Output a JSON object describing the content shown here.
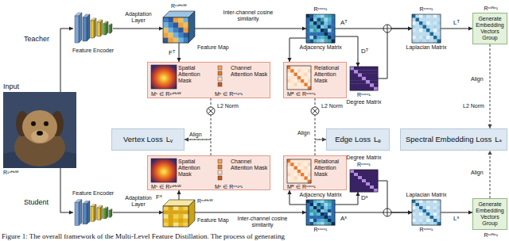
{
  "diagram": {
    "caption": "Figure 1: The overall framework of the Multi-Level Feature Distillation. The process of generating",
    "nodes": [
      {
        "text": [
          "Input",
          "R¹ˣᴴˣᵂ"
        ]
      },
      {
        "text": [
          "Feature Encoder"
        ]
      },
      {
        "text": [
          "Rᶜˣᴴˣᵂ",
          "Feature Map"
        ]
      },
      {
        "text": [
          "Rᶜˣᶜˣ¹",
          "Adjacency Matrix"
        ]
      },
      {
        "text": [
          "Degree Matrix",
          "Rᶜˣᶜˣ¹"
        ]
      },
      {
        "text": [
          "Rᶜˣᶜˣ¹",
          "Laplacian Matrix"
        ]
      },
      {
        "text": [
          "Rᶜˣᴺˣ¹",
          "Generate Embedding Vectors Group"
        ]
      },
      {
        "text": [
          "Spatial Attention Mask",
          "Channel Attention Mask",
          "Mˢ ∈ R¹ˣᴴˣᵂ",
          "Mᶜ ∈ Rᶜˣ¹ˣ¹"
        ]
      },
      {
        "text": [
          "Relational Attention Mask",
          "Mᴿ ∈ Rᶜˣᶜˣ¹"
        ]
      },
      {
        "text": [
          "Vertex Loss",
          "Lᵥ"
        ]
      },
      {
        "text": [
          "Edge Loss",
          "Lₑ"
        ]
      },
      {
        "text": [
          "Spectral Embedding Loss",
          "Lₛ"
        ]
      },
      {
        "text": [
          "Feature Encoder"
        ]
      },
      {
        "text": [
          "Rᶜˣᴴˣᵂ",
          "Feature Map"
        ]
      },
      {
        "text": [
          "Spatial Attention Mask",
          "Channel Attention Mask",
          "Mˢ ∈ R¹ˣᴴˣᵂ",
          "Mᶜ ∈ Rᶜˣ¹ˣ¹"
        ]
      },
      {
        "text": [
          "Relational Attention Mask",
          "Mᴿ ∈ Rᶜˣᶜˣ¹"
        ]
      },
      {
        "text": [
          "Rᶜˣᶜˣ¹",
          "Adjacency Matrix"
        ]
      },
      {
        "text": [
          "Degree Matrix",
          "Rᶜˣᶜˣ¹"
        ]
      },
      {
        "text": [
          "Rᶜˣᶜˣ¹",
          "Laplacian Matrix"
        ]
      },
      {
        "text": [
          "Rᶜˣᴺˣ¹",
          "Generate Embedding Vectors Group"
        ]
      }
    ],
    "edges": [
      {
        "from": 0,
        "to": 1,
        "arrow": "to"
      },
      {
        "from": 0,
        "to": 12,
        "arrow": "to"
      },
      {
        "from": 1,
        "to": 2,
        "label": "Adaptation Layer",
        "arrow": "to"
      },
      {
        "from": 2,
        "to": 3,
        "label": "Inter-channel cosine similarity",
        "arrow": "to"
      },
      {
        "from": 3,
        "to": 4,
        "arrow": "to"
      },
      {
        "from": 3,
        "to": 5,
        "arrow": "to"
      },
      {
        "from": 4,
        "to": 5,
        "arrow": "to"
      },
      {
        "from": 5,
        "to": 6,
        "arrow": "to"
      },
      {
        "from": 2,
        "to": 7,
        "arrow": "to"
      },
      {
        "from": 3,
        "to": 8,
        "arrow": "to"
      },
      {
        "from": 7,
        "to": 9,
        "label": "Align",
        "arrow": "to"
      },
      {
        "from": 8,
        "to": 10,
        "label": "Align",
        "arrow": "to"
      },
      {
        "from": 6,
        "to": 11,
        "label": "Align",
        "arrow": "to"
      },
      {
        "from": 12,
        "to": 13,
        "label": "Adaptation Layer",
        "arrow": "to"
      },
      {
        "from": 13,
        "to": 16,
        "label": "Inter-channel cosine similarity",
        "arrow": "to"
      },
      {
        "from": 16,
        "to": 17,
        "arrow": "to"
      },
      {
        "from": 16,
        "to": 18,
        "arrow": "to"
      },
      {
        "from": 17,
        "to": 18,
        "arrow": "to"
      },
      {
        "from": 18,
        "to": 19,
        "arrow": "to"
      },
      {
        "from": 13,
        "to": 14,
        "arrow": "to"
      },
      {
        "from": 16,
        "to": 15,
        "arrow": "to"
      },
      {
        "from": 14,
        "to": 9,
        "arrow": "to"
      },
      {
        "from": 15,
        "to": 10,
        "arrow": "to"
      },
      {
        "from": 19,
        "to": 11,
        "label": "Align",
        "arrow": "to"
      }
    ],
    "labels": [
      "Teacher",
      "Student",
      "Fᵀ",
      "Aᵀ",
      "Dᵀ",
      "Lᵀ",
      "Fˢ",
      "Aˢ",
      "Dˢ",
      "Lˢ",
      "L2 Norm",
      "L2 Norm",
      "L2 Norm"
    ]
  }
}
